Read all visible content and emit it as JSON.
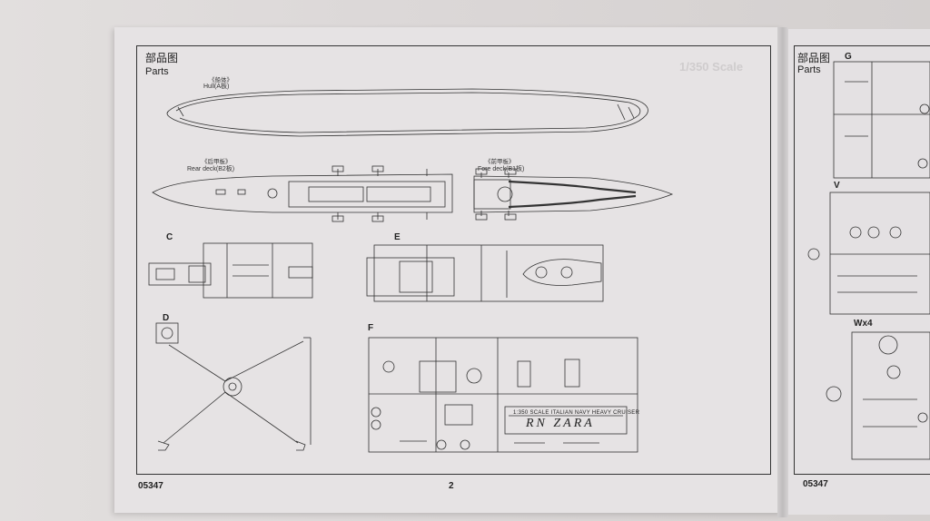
{
  "left_page": {
    "header_cn": "部品图",
    "header_en": "Parts",
    "ghost_text": "1/350 Scale",
    "hull_label_cn": "《船体》",
    "hull_label_en": "Hull(A板)",
    "rear_deck_cn": "《后甲板》",
    "rear_deck_en": "Rear deck(B2板)",
    "fore_deck_cn": "《前甲板》",
    "fore_deck_en": "Fore deck(B1板)",
    "sprue_c": "C",
    "sprue_d": "D",
    "sprue_e": "E",
    "sprue_f": "F",
    "plate_title": "1:350 SCALE ITALIAN NAVY HEAVY CRUISER",
    "plate_name": "RN ZARA",
    "product_code": "05347",
    "page_number": "2"
  },
  "right_page": {
    "header_cn": "部品图",
    "header_en": "Parts",
    "sprue_g": "G",
    "sprue_v": "V",
    "sprue_w": "Wx4",
    "product_code": "05347"
  }
}
